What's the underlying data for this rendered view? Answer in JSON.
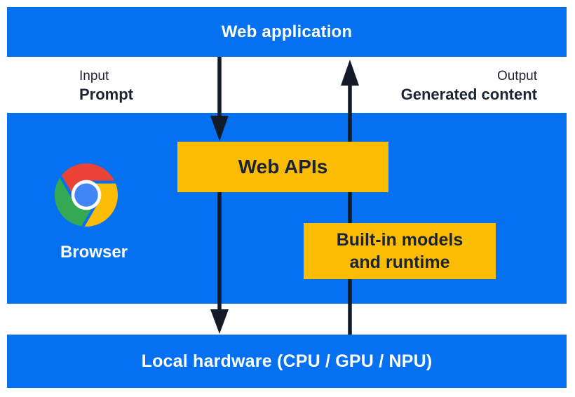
{
  "colors": {
    "panel_blue": "#0571f0",
    "box_yellow": "#fbbc04",
    "ink_dark": "#1c2434",
    "arrow_dark": "#131b29",
    "text_white": "#ffffff",
    "logo_red": "#ea4335",
    "logo_green": "#34a853",
    "logo_yellow": "#fbbc05",
    "logo_blue": "#4285f4",
    "logo_ring": "#ffffff"
  },
  "top_bar": {
    "label": "Web application"
  },
  "io": {
    "input_caption": "Input",
    "input_label": "Prompt",
    "output_caption": "Output",
    "output_label": "Generated content"
  },
  "browser": {
    "label": "Browser",
    "logo_icon": "chrome-icon"
  },
  "boxes": {
    "web_apis": {
      "label": "Web APIs"
    },
    "builtin": {
      "lines": [
        "Built-in models",
        "and runtime"
      ]
    }
  },
  "bottom_bar": {
    "label": "Local hardware (CPU / GPU / NPU)"
  },
  "arrows": {
    "down": "input-flow-arrow",
    "up": "output-flow-arrow"
  }
}
